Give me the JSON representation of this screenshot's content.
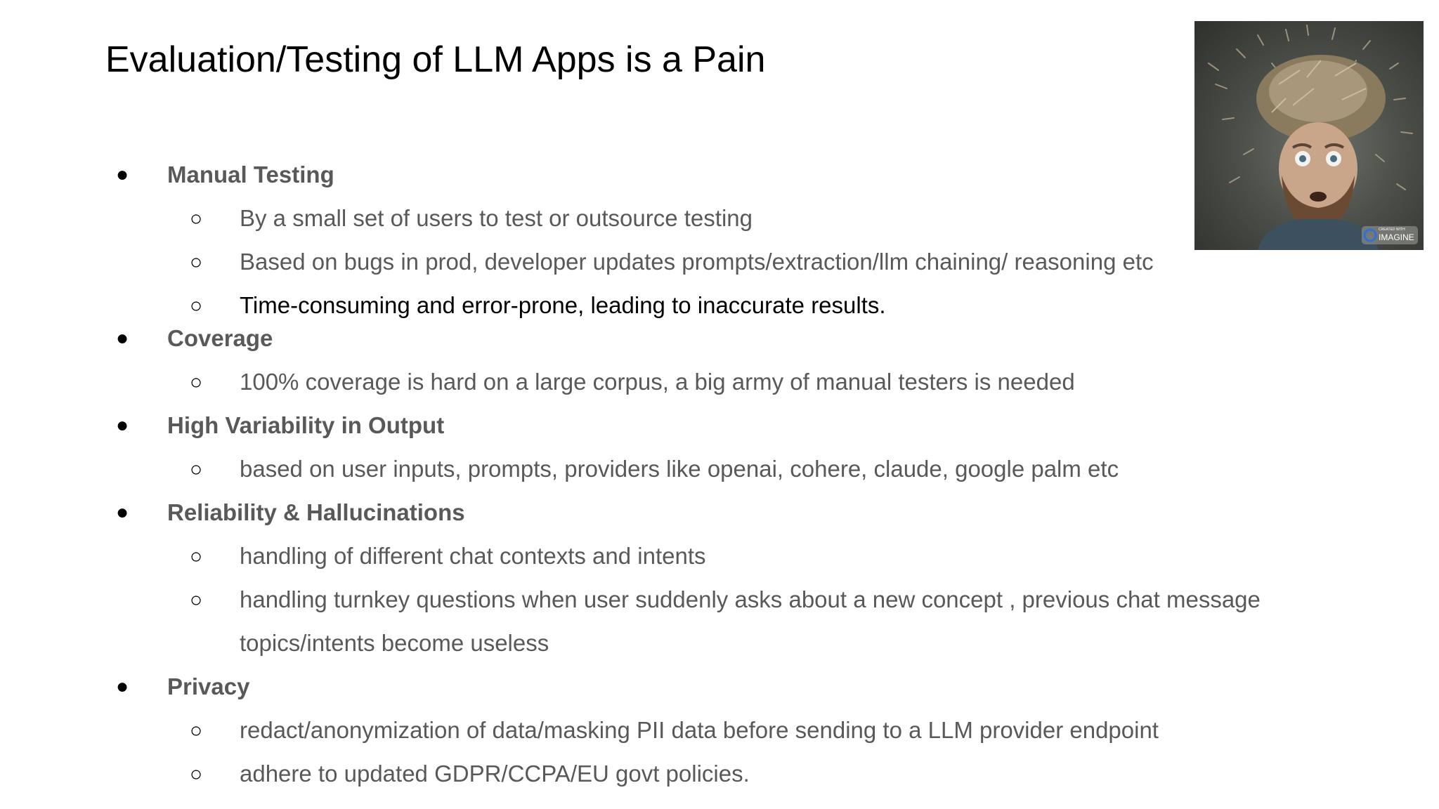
{
  "slide": {
    "title": "Evaluation/Testing of LLM Apps is a Pain",
    "image": {
      "icon": "stressed-man-illustration",
      "badge_small": "CREATED WITH",
      "badge_text": "IMAGINE"
    },
    "bullets": {
      "level1_glyph": "●",
      "level2_glyph": "○"
    },
    "sections": [
      {
        "heading": "Manual Testing",
        "items": [
          "By a small set of users to test or outsource testing",
          "Based on bugs in prod, developer updates prompts/extraction/llm chaining/ reasoning etc",
          "Time-consuming and error-prone, leading to inaccurate results."
        ]
      },
      {
        "heading": "Coverage",
        "items": [
          "100% coverage is hard on a large corpus, a big army of manual testers is needed"
        ]
      },
      {
        "heading": "High Variability in Output",
        "items": [
          "based on user inputs, prompts, providers like openai, cohere, claude, google palm etc"
        ]
      },
      {
        "heading": "Reliability & Hallucinations",
        "items": [
          "handling of different chat contexts and intents",
          "handling turnkey questions when user suddenly asks about a new concept , previous chat message",
          "topics/intents become useless"
        ]
      },
      {
        "heading": "Privacy",
        "items": [
          "redact/anonymization of data/masking PII data before sending to a LLM provider endpoint",
          "adhere to updated GDPR/CCPA/EU govt policies."
        ]
      }
    ]
  }
}
